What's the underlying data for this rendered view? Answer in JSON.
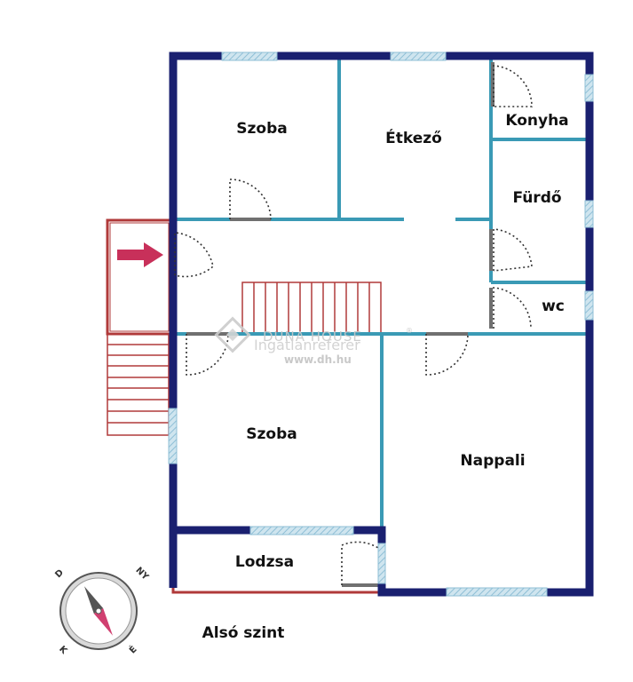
{
  "rooms": {
    "szoba_top": "Szoba",
    "etkezo": "Étkező",
    "konyha": "Konyha",
    "furdo": "Fürdő",
    "wc": "wc",
    "szoba_bottom": "Szoba",
    "nappali": "Nappali",
    "lodzsa": "Lodzsa"
  },
  "level": "Alsó szint",
  "watermark": {
    "brand": "DUNA HOUSE",
    "registered": "®",
    "subtitle": "Ingatlanreferer",
    "url": "www.dh.hu"
  },
  "compass": {
    "n": "D",
    "e": "NY",
    "s": "É",
    "w": "K"
  },
  "colors": {
    "outer_wall": "#1a2070",
    "inner_wall": "#3a9ab5",
    "extension_wall": "#b03a3a",
    "window": "#9bc6dc",
    "door_frame": "#707070",
    "entry_arrow": "#c8305a"
  }
}
